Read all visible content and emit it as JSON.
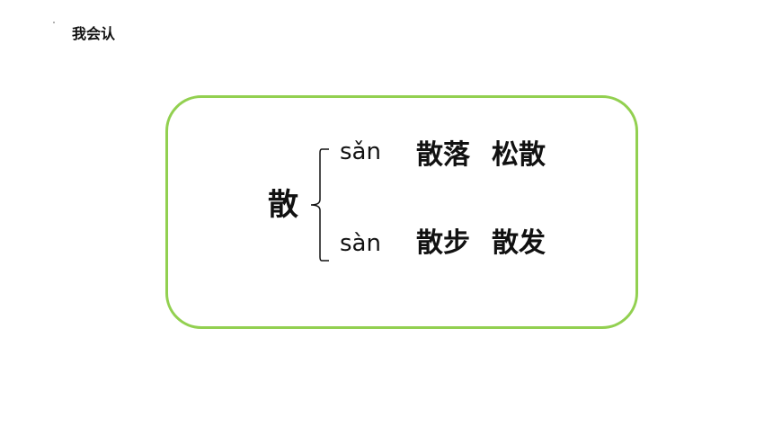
{
  "header": {
    "title": "我会认"
  },
  "card": {
    "character": "散",
    "readings": [
      {
        "pinyin": "sǎn",
        "words": [
          "散落",
          "松散"
        ]
      },
      {
        "pinyin": "sàn",
        "words": [
          "散步",
          "散发"
        ]
      }
    ],
    "border_color": "#92d050"
  }
}
